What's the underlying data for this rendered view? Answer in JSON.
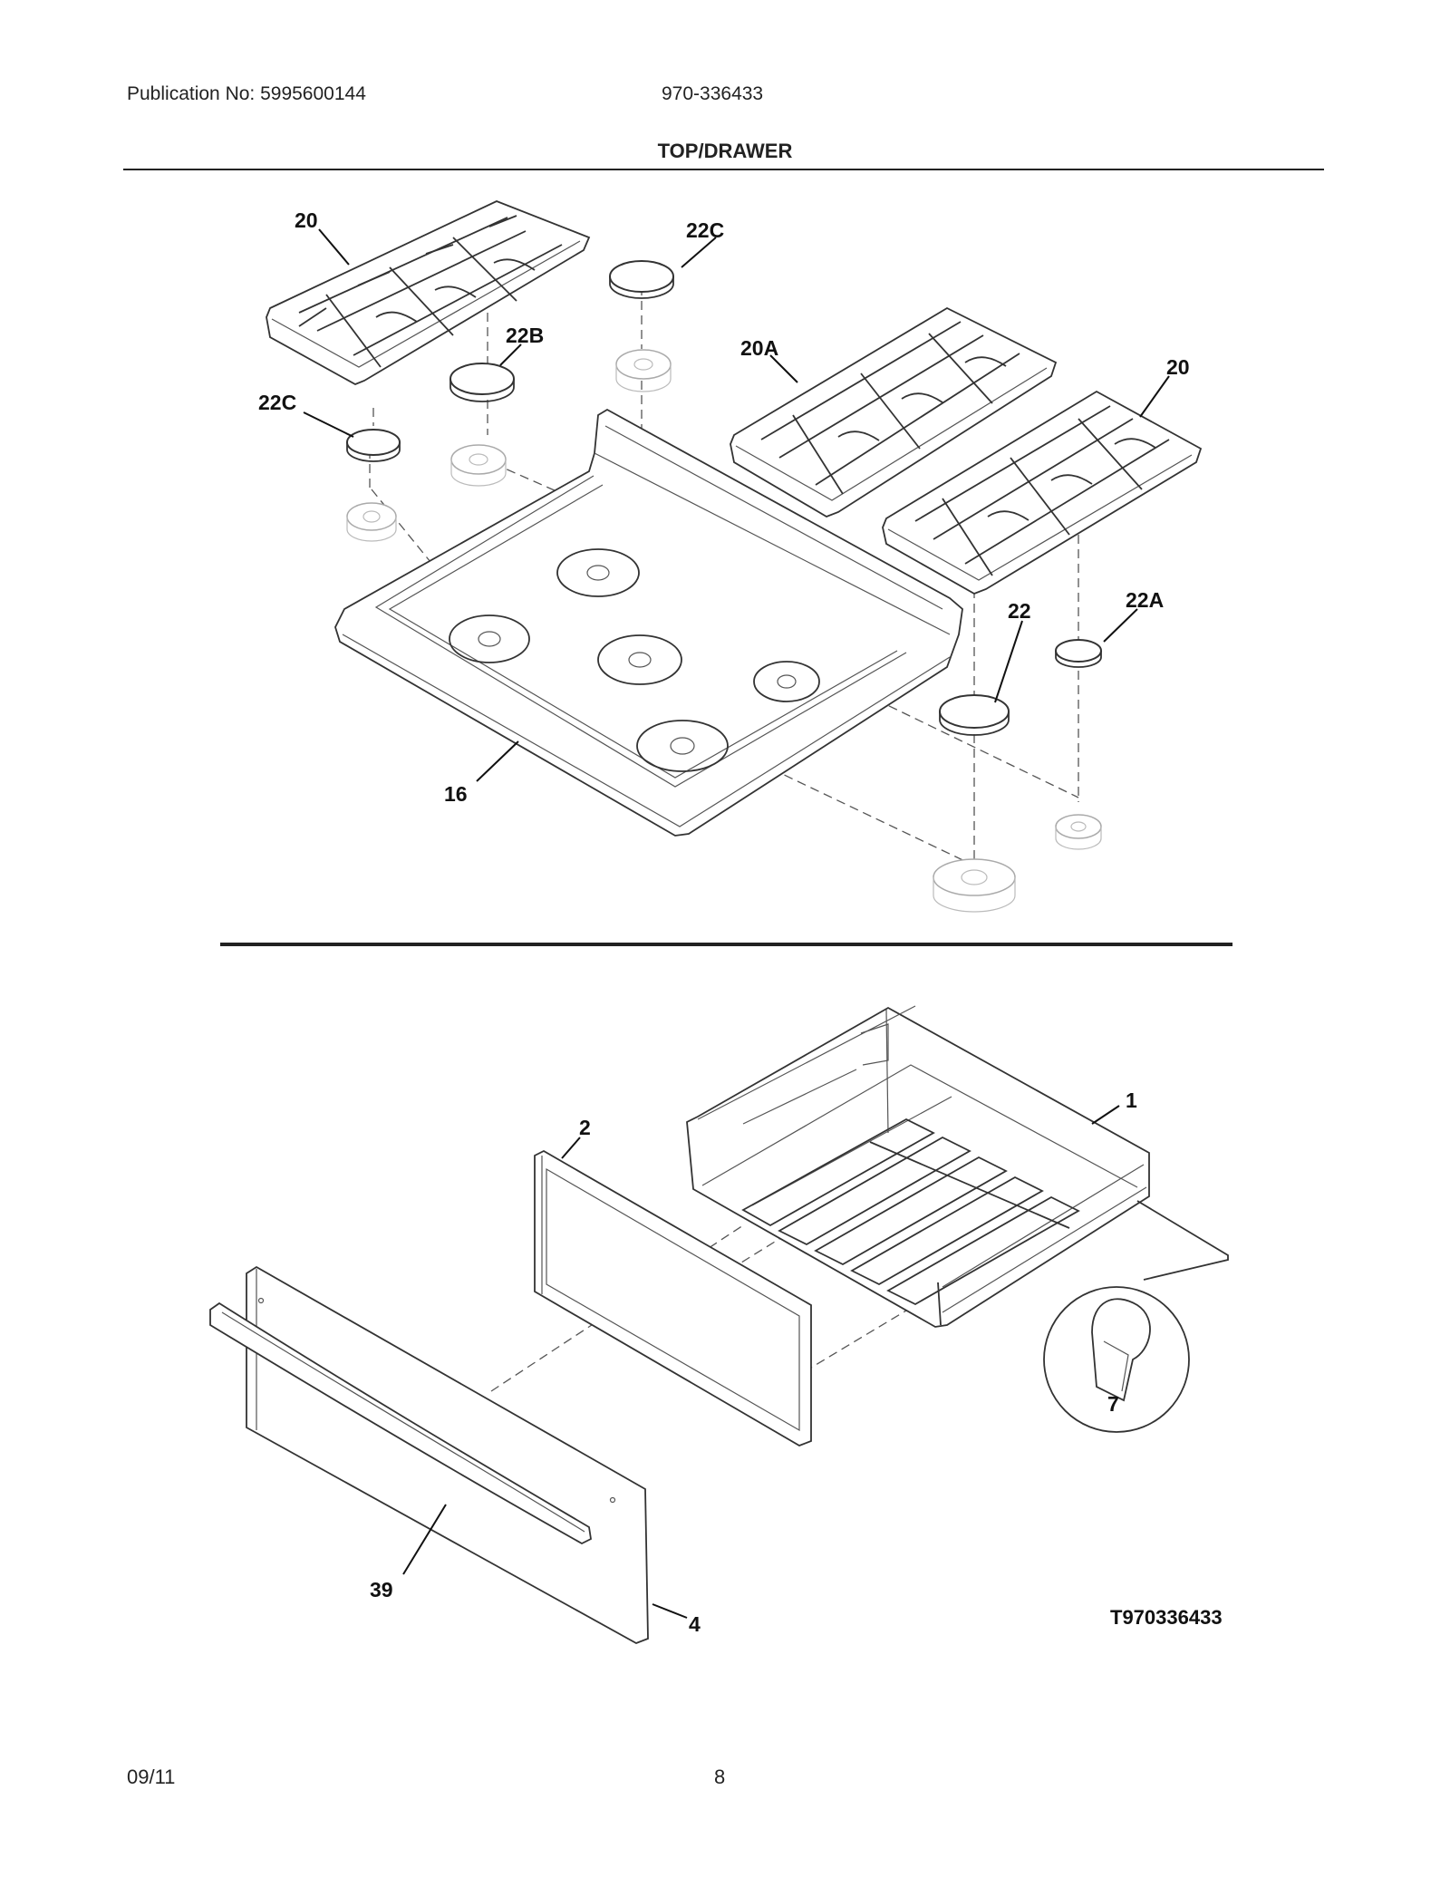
{
  "header": {
    "publication": "Publication No: 5995600144",
    "model": "970-336433",
    "title": "TOP/DRAWER"
  },
  "callouts": {
    "grate_left": "20",
    "cap_top_center": "22C",
    "cap_22b": "22B",
    "cap_left": "22C",
    "grate_center": "20A",
    "grate_right": "20",
    "cap_22": "22",
    "cap_22a": "22A",
    "cooktop": "16",
    "drawer_body": "1",
    "drawer_panel": "2",
    "clip": "7",
    "drawer_front": "4",
    "handle": "39"
  },
  "diagram_ref": "T970336433",
  "footer": {
    "date": "09/11",
    "page": "8"
  }
}
